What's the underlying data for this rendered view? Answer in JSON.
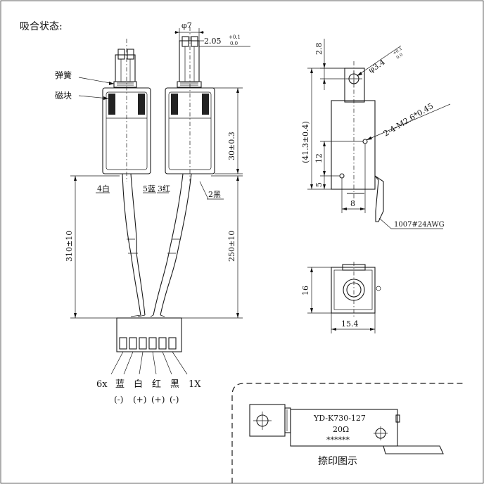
{
  "title": "吸合状态:",
  "labels": {
    "spring": "弹簧",
    "magnet": "磁块",
    "pin4": "4白",
    "pin5": "5蓝",
    "pin3": "3红",
    "pin2": "2黑"
  },
  "dims": {
    "phi7": "φ7",
    "d205": "2.05",
    "tolUp": "+0.1",
    "tolDn": "0.0",
    "d30": "30±0.3",
    "d310": "310±10",
    "d250": "250±10",
    "d28": "2.8",
    "phi34": "φ3.4",
    "d413": "(41.3±0.4)",
    "d12": "12",
    "d5": "5",
    "d8": "8",
    "m26": "2-4-M2.6*0.45",
    "wire": "1007#24AWG",
    "d16": "16",
    "d154": "15.4"
  },
  "connector": {
    "names": [
      "6x",
      "蓝",
      "白",
      "红",
      "黑",
      "1X"
    ],
    "polarity": [
      "(-)",
      "(+)",
      "(+)",
      "(-)"
    ]
  },
  "print": {
    "model": "YD-K730-127",
    "ohm": "20Ω",
    "stars": "******",
    "caption": "捺印图示"
  }
}
